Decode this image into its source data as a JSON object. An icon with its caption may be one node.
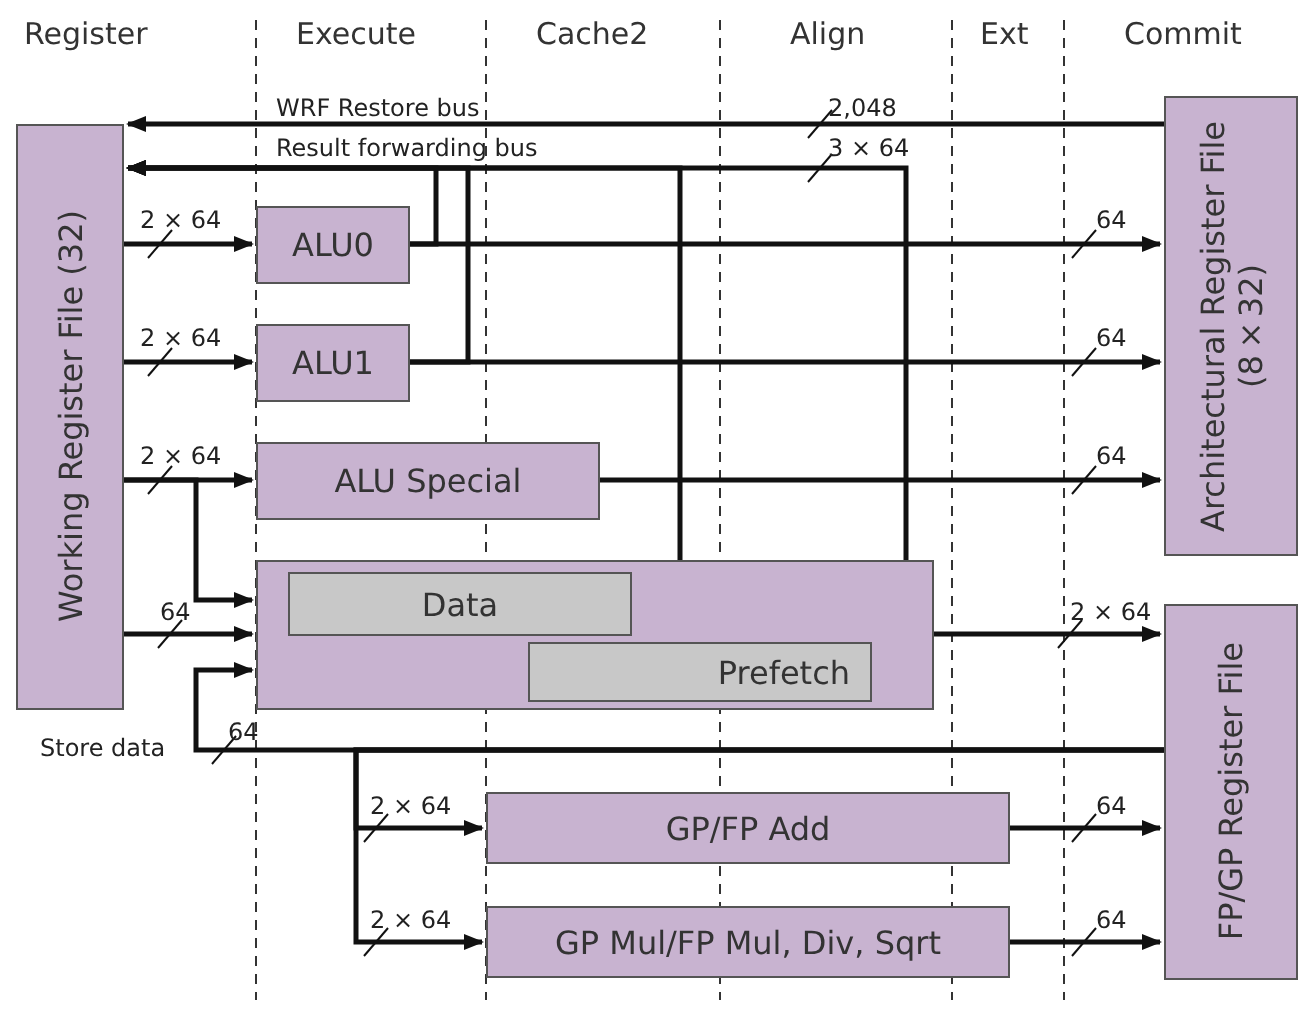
{
  "diagram": {
    "nodes": [
      {
        "text": [
          "Working Register File (32)"
        ]
      },
      {
        "text": [
          "ALU0"
        ]
      },
      {
        "text": [
          "ALU1"
        ]
      },
      {
        "text": [
          "ALU Special"
        ]
      },
      {
        "text": [],
        "shape": "box"
      },
      {
        "text": [
          "Data"
        ],
        "in": 4
      },
      {
        "text": [
          "Prefetch"
        ],
        "in": 4
      },
      {
        "text": [
          "Architectural Register File (8×32)"
        ]
      },
      {
        "text": [
          "FP/GP Register File"
        ]
      },
      {
        "text": [
          "GP/FP Add"
        ]
      },
      {
        "text": [
          "GP Mul/FP Mul, Div, Sqrt"
        ]
      }
    ],
    "edges": [
      {
        "from": 7,
        "to": 0,
        "arrow": "to",
        "label": "WRF Restore bus"
      },
      {
        "from": 1,
        "to": 0,
        "arrow": "to"
      },
      {
        "from": 2,
        "to": 0,
        "arrow": "to"
      },
      {
        "from": 5,
        "to": 0,
        "arrow": "to"
      },
      {
        "from": 6,
        "to": 0,
        "arrow": "to",
        "label": "Result forwarding bus"
      },
      {
        "from": 0,
        "to": 1,
        "arrow": "to",
        "label": "2 × 64"
      },
      {
        "from": 0,
        "to": 2,
        "arrow": "to",
        "label": "2 × 64"
      },
      {
        "from": 0,
        "to": 3,
        "arrow": "to",
        "label": "2 × 64"
      },
      {
        "from": 0,
        "to": 4,
        "arrow": "to"
      },
      {
        "from": 0,
        "to": 4,
        "arrow": "to",
        "label": "64"
      },
      {
        "from": 8,
        "to": 4,
        "arrow": "to",
        "label": "Store data"
      },
      {
        "from": 8,
        "to": 9,
        "arrow": "to",
        "label": "2 × 64"
      },
      {
        "from": 8,
        "to": 10,
        "arrow": "to",
        "label": "2 × 64"
      },
      {
        "from": 1,
        "to": 7,
        "arrow": "to",
        "label": "64"
      },
      {
        "from": 2,
        "to": 7,
        "arrow": "to",
        "label": "64"
      },
      {
        "from": 3,
        "to": 7,
        "arrow": "to",
        "label": "64"
      },
      {
        "from": 4,
        "to": 8,
        "arrow": "to",
        "label": "2 × 64"
      },
      {
        "from": 9,
        "to": 8,
        "arrow": "to",
        "label": "64"
      },
      {
        "from": 10,
        "to": 8,
        "arrow": "to",
        "label": "64"
      }
    ],
    "labels": [
      "Register",
      "Execute",
      "Cache2",
      "Align",
      "Ext",
      "Commit",
      "2,048",
      "3 × 64",
      "64"
    ]
  }
}
